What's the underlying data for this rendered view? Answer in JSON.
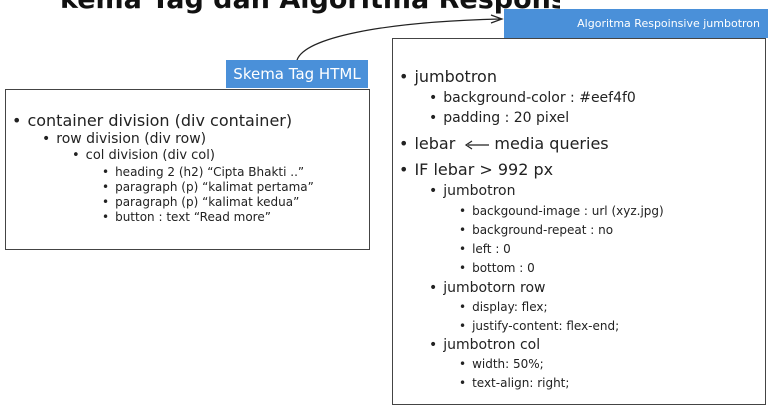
{
  "title_fragment": "kema Tag dan Algoritma Responsive Jumbotron",
  "left_tag": "Skema Tag HTML",
  "right_tag": "Algoritma Respoinsive jumbotron",
  "left_list": [
    "container division (div container)",
    "row division (div row)",
    "col division (div col)",
    "heading 2 (h2) “Cipta Bhakti ..”",
    "paragraph (p) “kalimat pertama”",
    "paragraph (p) “kalimat kedua”",
    "button : text “Read more”"
  ],
  "right_list": {
    "jumbotron": "jumbotron",
    "bg_color": "background-color : #eef4f0",
    "padding": "padding : 20 pixel",
    "lebar": "lebar",
    "media_queries": "media queries",
    "if_lebar": "IF lebar > 992 px",
    "jumbotron_sub": "jumbotron",
    "bg_image": "backgound-image : url (xyz.jpg)",
    "bg_repeat": "background-repeat : no",
    "left": "left : 0",
    "bottom": "bottom : 0",
    "row_heading": "jumbotorn row",
    "display": "display: flex;",
    "justify": "justify-content: flex-end;",
    "col_heading": "jumbotron col",
    "width": "width: 50%;",
    "text_align": "text-align: right;"
  },
  "colors": {
    "tag_blue": "#4a90d9",
    "border": "#444444",
    "text": "#222222"
  }
}
